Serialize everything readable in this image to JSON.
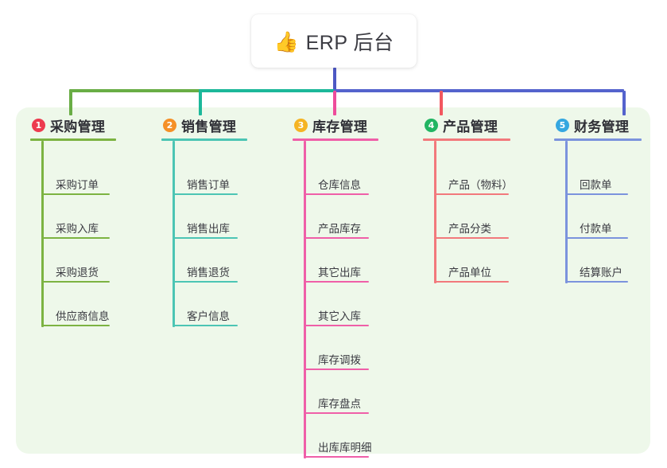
{
  "title": {
    "icon": "thumbs-up-icon",
    "emoji": "👍",
    "text": "ERP 后台"
  },
  "theme": {
    "panel_bg": "#eef8ea",
    "page_bg": "#ffffff",
    "stem_color": "#4d58c4",
    "connector_green": "#69ad45",
    "connector_teal": "#1cb89a",
    "connector_indigo": "#5463cd",
    "drop_pink": "#ee4c9b",
    "drop_red": "#f2575f"
  },
  "columns": [
    {
      "number": "1",
      "title": "采购管理",
      "badge_color": "#ed3b4f",
      "line_color": "#7cb342",
      "rule_width": 108,
      "item_rule_width": 85,
      "items": [
        {
          "label": "采购订单"
        },
        {
          "label": "采购入库"
        },
        {
          "label": "采购退货"
        },
        {
          "label": "供应商信息"
        }
      ]
    },
    {
      "number": "2",
      "title": "销售管理",
      "badge_color": "#f59027",
      "line_color": "#4cc5b4",
      "rule_width": 108,
      "item_rule_width": 81,
      "items": [
        {
          "label": "销售订单"
        },
        {
          "label": "销售出库"
        },
        {
          "label": "销售退货"
        },
        {
          "label": "客户信息"
        }
      ]
    },
    {
      "number": "3",
      "title": "库存管理",
      "badge_color": "#f5b423",
      "line_color": "#ef5fa8",
      "rule_width": 108,
      "item_rule_width": 81,
      "items": [
        {
          "label": "仓库信息"
        },
        {
          "label": "产品库存"
        },
        {
          "label": "其它出库"
        },
        {
          "label": "其它入库"
        },
        {
          "label": "库存调拨"
        },
        {
          "label": "库存盘点"
        },
        {
          "label": "出库库明细"
        }
      ]
    },
    {
      "number": "4",
      "title": "产品管理",
      "badge_color": "#22b563",
      "line_color": "#f2797c",
      "rule_width": 110,
      "item_rule_width": 93,
      "items": [
        {
          "label": "产品（物料）"
        },
        {
          "label": "产品分类"
        },
        {
          "label": "产品单位"
        }
      ]
    },
    {
      "number": "5",
      "title": "财务管理",
      "badge_color": "#35a7e0",
      "line_color": "#7b93dd",
      "rule_width": 110,
      "item_rule_width": 78,
      "items": [
        {
          "label": "回款单"
        },
        {
          "label": "付款单"
        },
        {
          "label": "结算账户"
        }
      ]
    }
  ]
}
